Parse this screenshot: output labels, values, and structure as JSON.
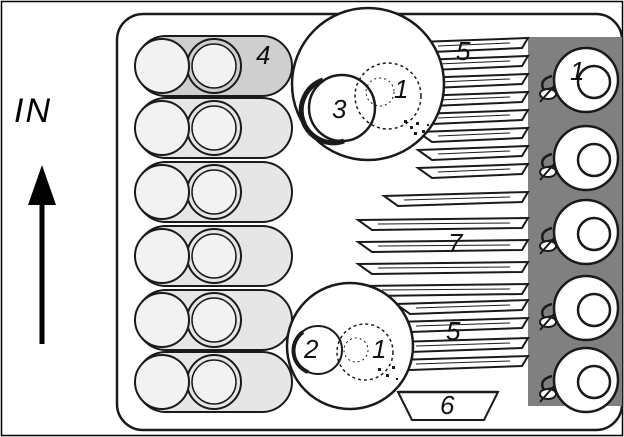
{
  "direction_label": "IN",
  "numbers": {
    "n4": "4",
    "n3": "3",
    "n1_top": "1",
    "n5_top": "5",
    "n1_cup": "1",
    "n7": "7",
    "n2": "2",
    "n1_bottom": "1",
    "n5_bottom": "5",
    "n6": "6"
  },
  "colors": {
    "rack_background": "#ffffff",
    "glass_fill": "#e6e6e6",
    "cup_panel": "#808080",
    "outline": "#1a1a1a"
  }
}
